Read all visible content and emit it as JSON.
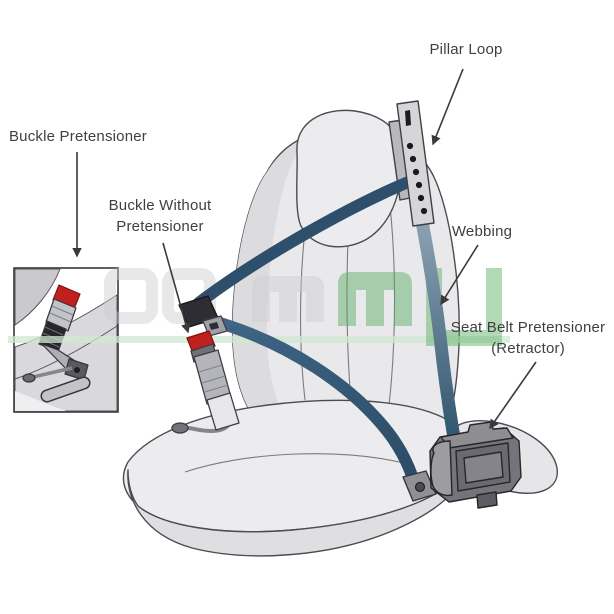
{
  "callouts": {
    "buckle_pretensioner": {
      "label": "Buckle Pretensioner"
    },
    "buckle_without_pretensioner": {
      "line1": "Buckle Without",
      "line2": "Pretensioner"
    },
    "pillar_loop": {
      "label": "Pillar Loop"
    },
    "webbing": {
      "label": "Webbing"
    },
    "seat_belt_pretensioner": {
      "line1": "Seat Belt Pretensioner",
      "line2": "(Retractor)"
    }
  },
  "colors": {
    "label_text": "#3f3f3f",
    "arrow": "#3a3a3a",
    "belt_dark": "#2b4c66",
    "belt_mid": "#35597a",
    "belt_light": "#93a7b8",
    "seat_fill": "#ececee",
    "seat_shade": "#dfdfe2",
    "seat_outline": "#4b4b52",
    "buckle_button_red": "#c0211f",
    "retractor_gray": "#74747a",
    "watermark_green": "#55ad5f",
    "watermark_gray": "#cdcdd1",
    "watermark_band": "#cfe8d2",
    "background": "#ffffff"
  }
}
